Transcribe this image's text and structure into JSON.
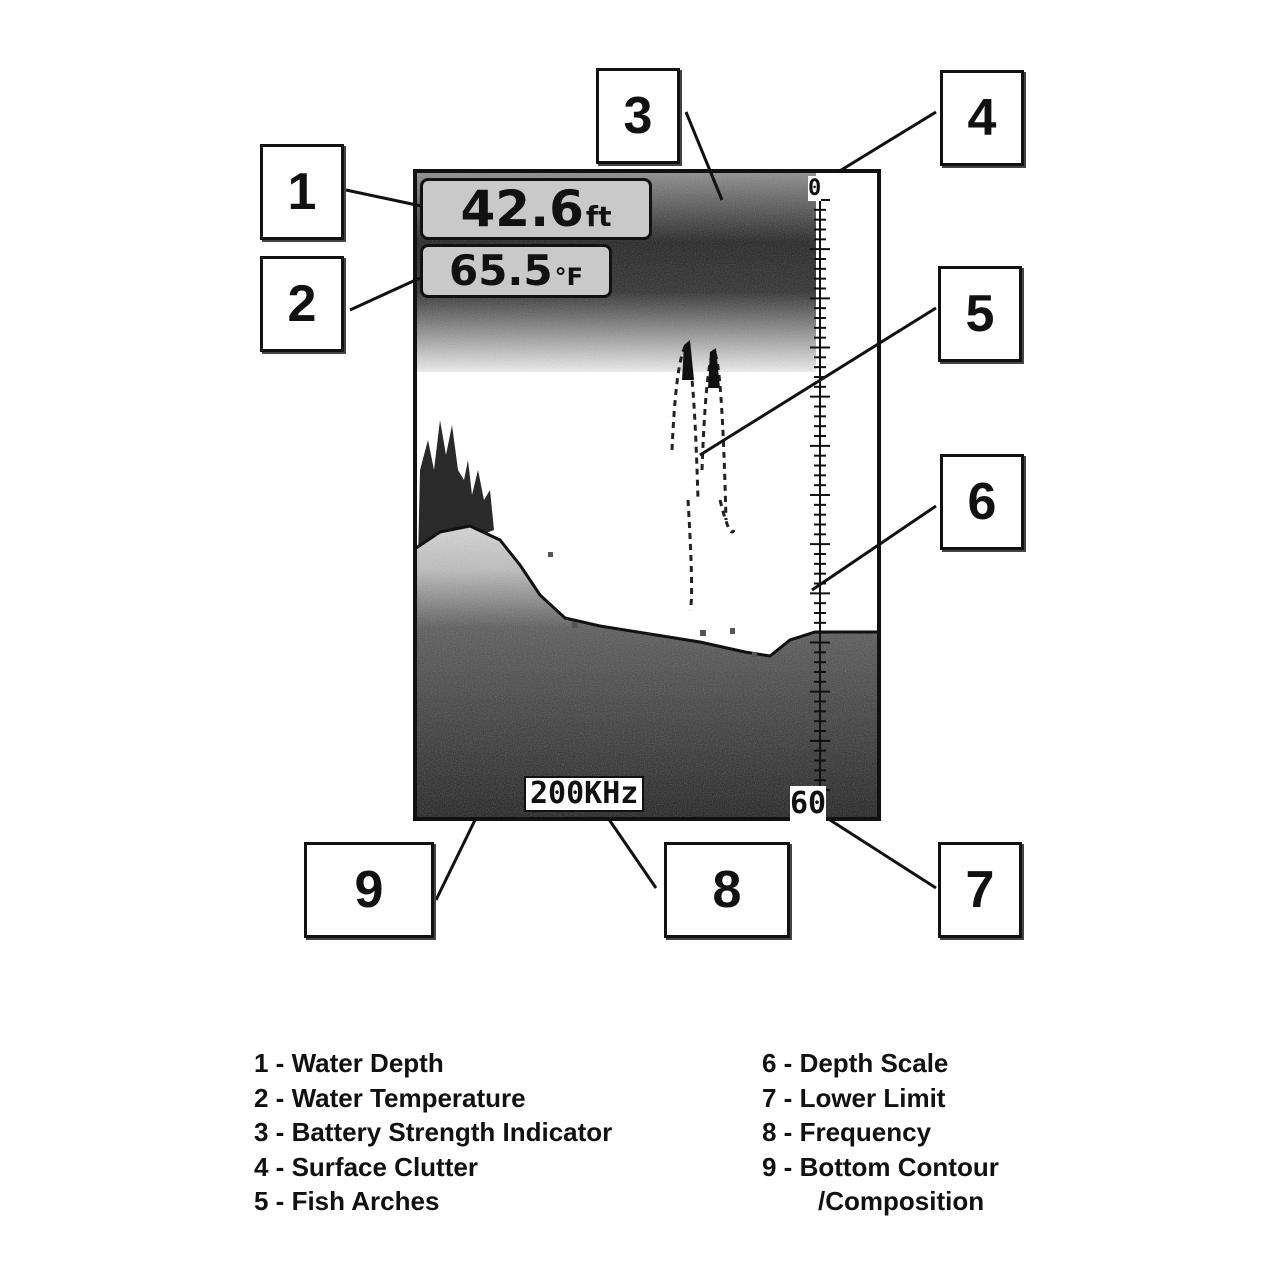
{
  "screen": {
    "depth_value": "42.6",
    "depth_unit": "ft",
    "temp_value": "65.5",
    "temp_unit": "°F",
    "frequency": "200KHz",
    "scale_top": "0",
    "scale_bottom": "60"
  },
  "callouts": [
    "1",
    "2",
    "3",
    "4",
    "5",
    "6",
    "7",
    "8",
    "9"
  ],
  "legend": {
    "left": [
      "1 - Water Depth",
      "2 - Water Temperature",
      "3 - Battery Strength Indicator",
      "4 - Surface Clutter",
      "5 - Fish Arches"
    ],
    "right": [
      "6 - Depth Scale",
      "7 - Lower Limit",
      "8 - Frequency",
      "9 - Bottom Contour",
      "/Composition"
    ]
  }
}
